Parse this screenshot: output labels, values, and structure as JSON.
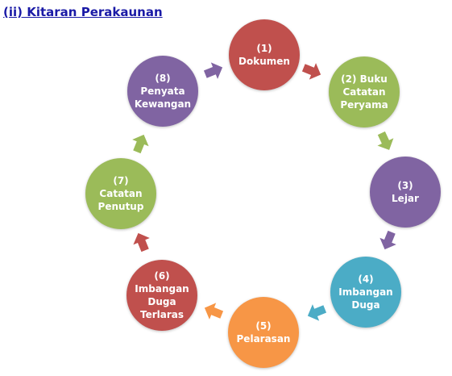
{
  "title": "(ii) Kitaran Perakaunan",
  "cycle": [
    {
      "lines": [
        "(1)",
        "Dokumen"
      ],
      "color": "#c0504d"
    },
    {
      "lines": [
        "(2) Buku",
        "Catatan",
        "Peryama"
      ],
      "color": "#9bbb59"
    },
    {
      "lines": [
        "(3)",
        "Lejar"
      ],
      "color": "#8064a2"
    },
    {
      "lines": [
        "(4)",
        "Imbangan",
        "Duga"
      ],
      "color": "#4bacc6"
    },
    {
      "lines": [
        "(5)",
        "Pelarasan"
      ],
      "color": "#f79646"
    },
    {
      "lines": [
        "(6)",
        "Imbangan",
        "Duga",
        "Terlaras"
      ],
      "color": "#c0504d"
    },
    {
      "lines": [
        "(7)",
        "Catatan",
        "Penutup"
      ],
      "color": "#9bbb59"
    },
    {
      "lines": [
        "(8)",
        "Penyata",
        "Kewangan"
      ],
      "color": "#8064a2"
    }
  ],
  "arrow_colors": [
    "#c0504d",
    "#9bbb59",
    "#8064a2",
    "#4bacc6",
    "#f79646",
    "#c0504d",
    "#9bbb59",
    "#8064a2"
  ]
}
